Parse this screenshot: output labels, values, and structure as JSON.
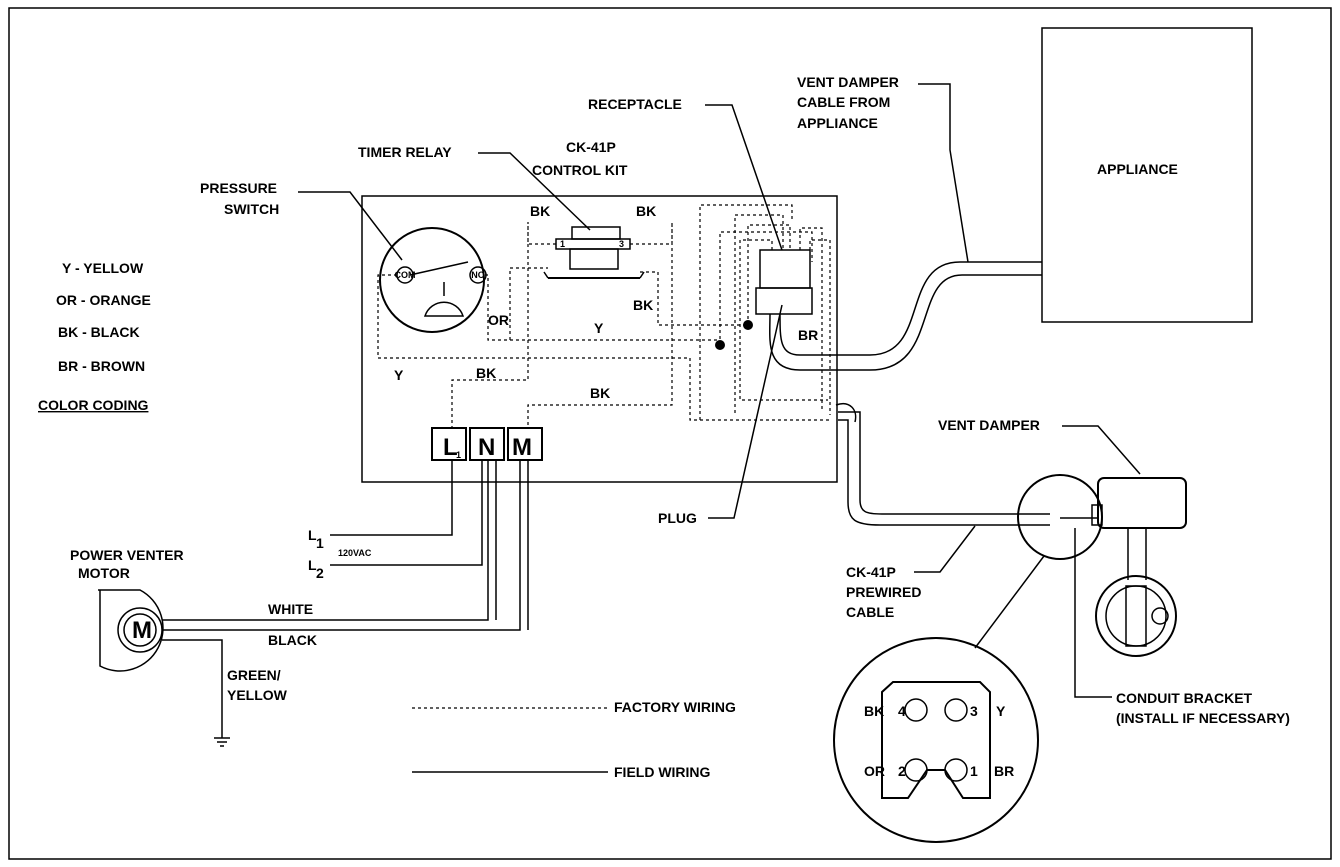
{
  "labels": {
    "pressure_switch_1": "PRESSURE",
    "pressure_switch_2": "SWITCH",
    "timer_relay": "TIMER RELAY",
    "kit_1": "CK-41P",
    "kit_2": "CONTROL KIT",
    "receptacle": "RECEPTACLE",
    "vent_cable_1": "VENT DAMPER",
    "vent_cable_2": "CABLE FROM",
    "vent_cable_3": "APPLIANCE",
    "appliance": "APPLIANCE",
    "plug": "PLUG",
    "vent_damper": "VENT DAMPER",
    "prewired_1": "CK-41P",
    "prewired_2": "PREWIRED",
    "prewired_3": "CABLE",
    "conduit_1": "CONDUIT BRACKET",
    "conduit_2": "(INSTALL IF NECESSARY)",
    "motor_1": "POWER VENTER",
    "motor_2": "MOTOR",
    "motor_symbol": "M",
    "white": "WHITE",
    "black": "BLACK",
    "ground_1": "GREEN/",
    "ground_2": "YELLOW",
    "l1": "L",
    "l1_sub": "1",
    "l2": "L",
    "l2_sub": "2",
    "volt": "120VAC",
    "factory": "FACTORY WIRING",
    "field": "FIELD WIRING",
    "com": "COM",
    "no": "NO",
    "relay_1": "1",
    "relay_3": "3"
  },
  "terminals": {
    "L": "L",
    "L_sub": "1",
    "N": "N",
    "M": "M"
  },
  "wire_labels": {
    "bk_relay_left": "BK",
    "bk_relay_right": "BK",
    "bk_relay_lower": "BK",
    "or": "OR",
    "y_mid": "Y",
    "y_left": "Y",
    "bk_L": "BK",
    "bk_M": "BK",
    "br": "BR"
  },
  "color_coding": {
    "items": [
      "Y - YELLOW",
      "OR - ORANGE",
      "BK - BLACK",
      "BR - BROWN"
    ],
    "title": "COLOR CODING"
  },
  "connector": {
    "bk": "BK",
    "y": "Y",
    "or": "OR",
    "br": "BR",
    "p4": "4",
    "p3": "3",
    "p2": "2",
    "p1": "1"
  }
}
